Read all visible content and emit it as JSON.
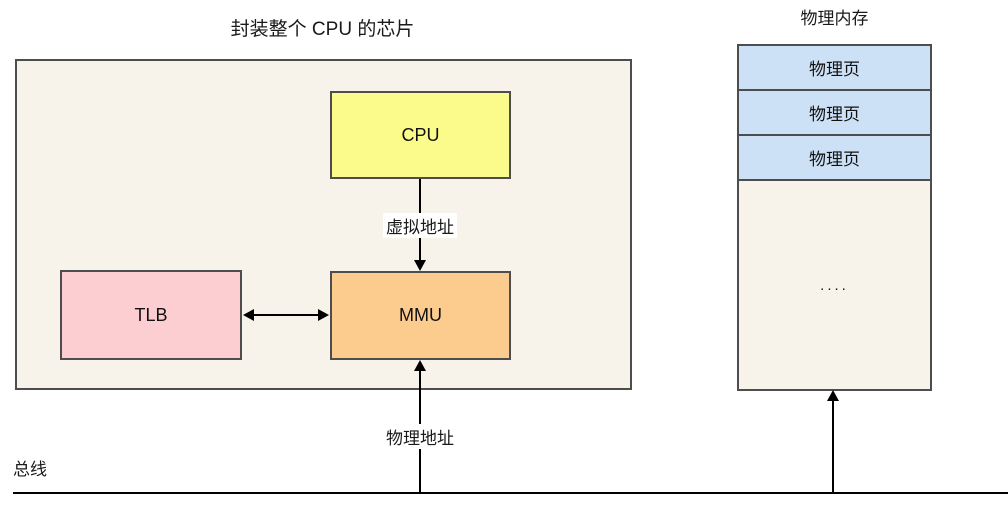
{
  "diagram": {
    "chip": {
      "title": "封装整个 CPU 的芯片",
      "cpu_label": "CPU",
      "tlb_label": "TLB",
      "mmu_label": "MMU"
    },
    "memory": {
      "title": "物理内存",
      "pages": [
        "物理页",
        "物理页",
        "物理页"
      ],
      "ellipsis": "...."
    },
    "edges": {
      "virtual_address": "虚拟地址",
      "physical_address": "物理地址",
      "bus": "总线"
    },
    "colors": {
      "chip_fill": "#F7F3EB",
      "cpu_fill": "#FBFB8B",
      "tlb_fill": "#FCCDD1",
      "mmu_fill": "#FCCC8F",
      "page_fill": "#CDE1F6",
      "border": "#4D4D4D",
      "arrow": "#000000"
    }
  }
}
